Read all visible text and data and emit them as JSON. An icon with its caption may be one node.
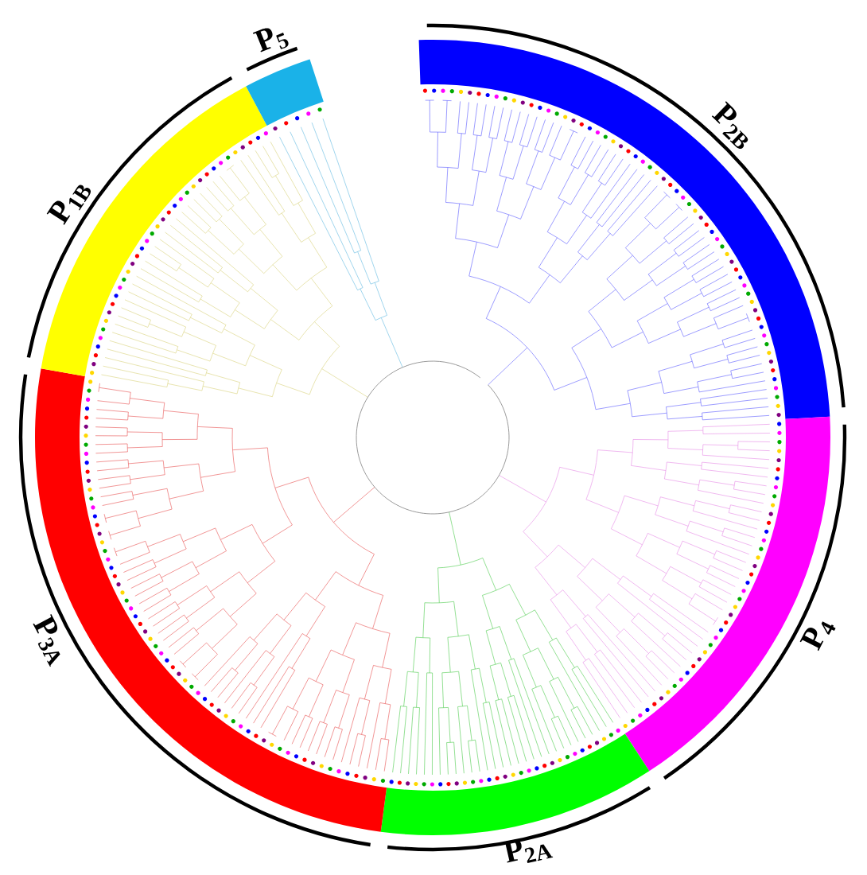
{
  "diagram": {
    "labels": [
      "P$_{5}$",
      "P$_{2B}$",
      "P$_{1B}$",
      "P$_{4}$",
      "P$_{3A}$",
      "P$_{2A}$"
    ]
  }
}
